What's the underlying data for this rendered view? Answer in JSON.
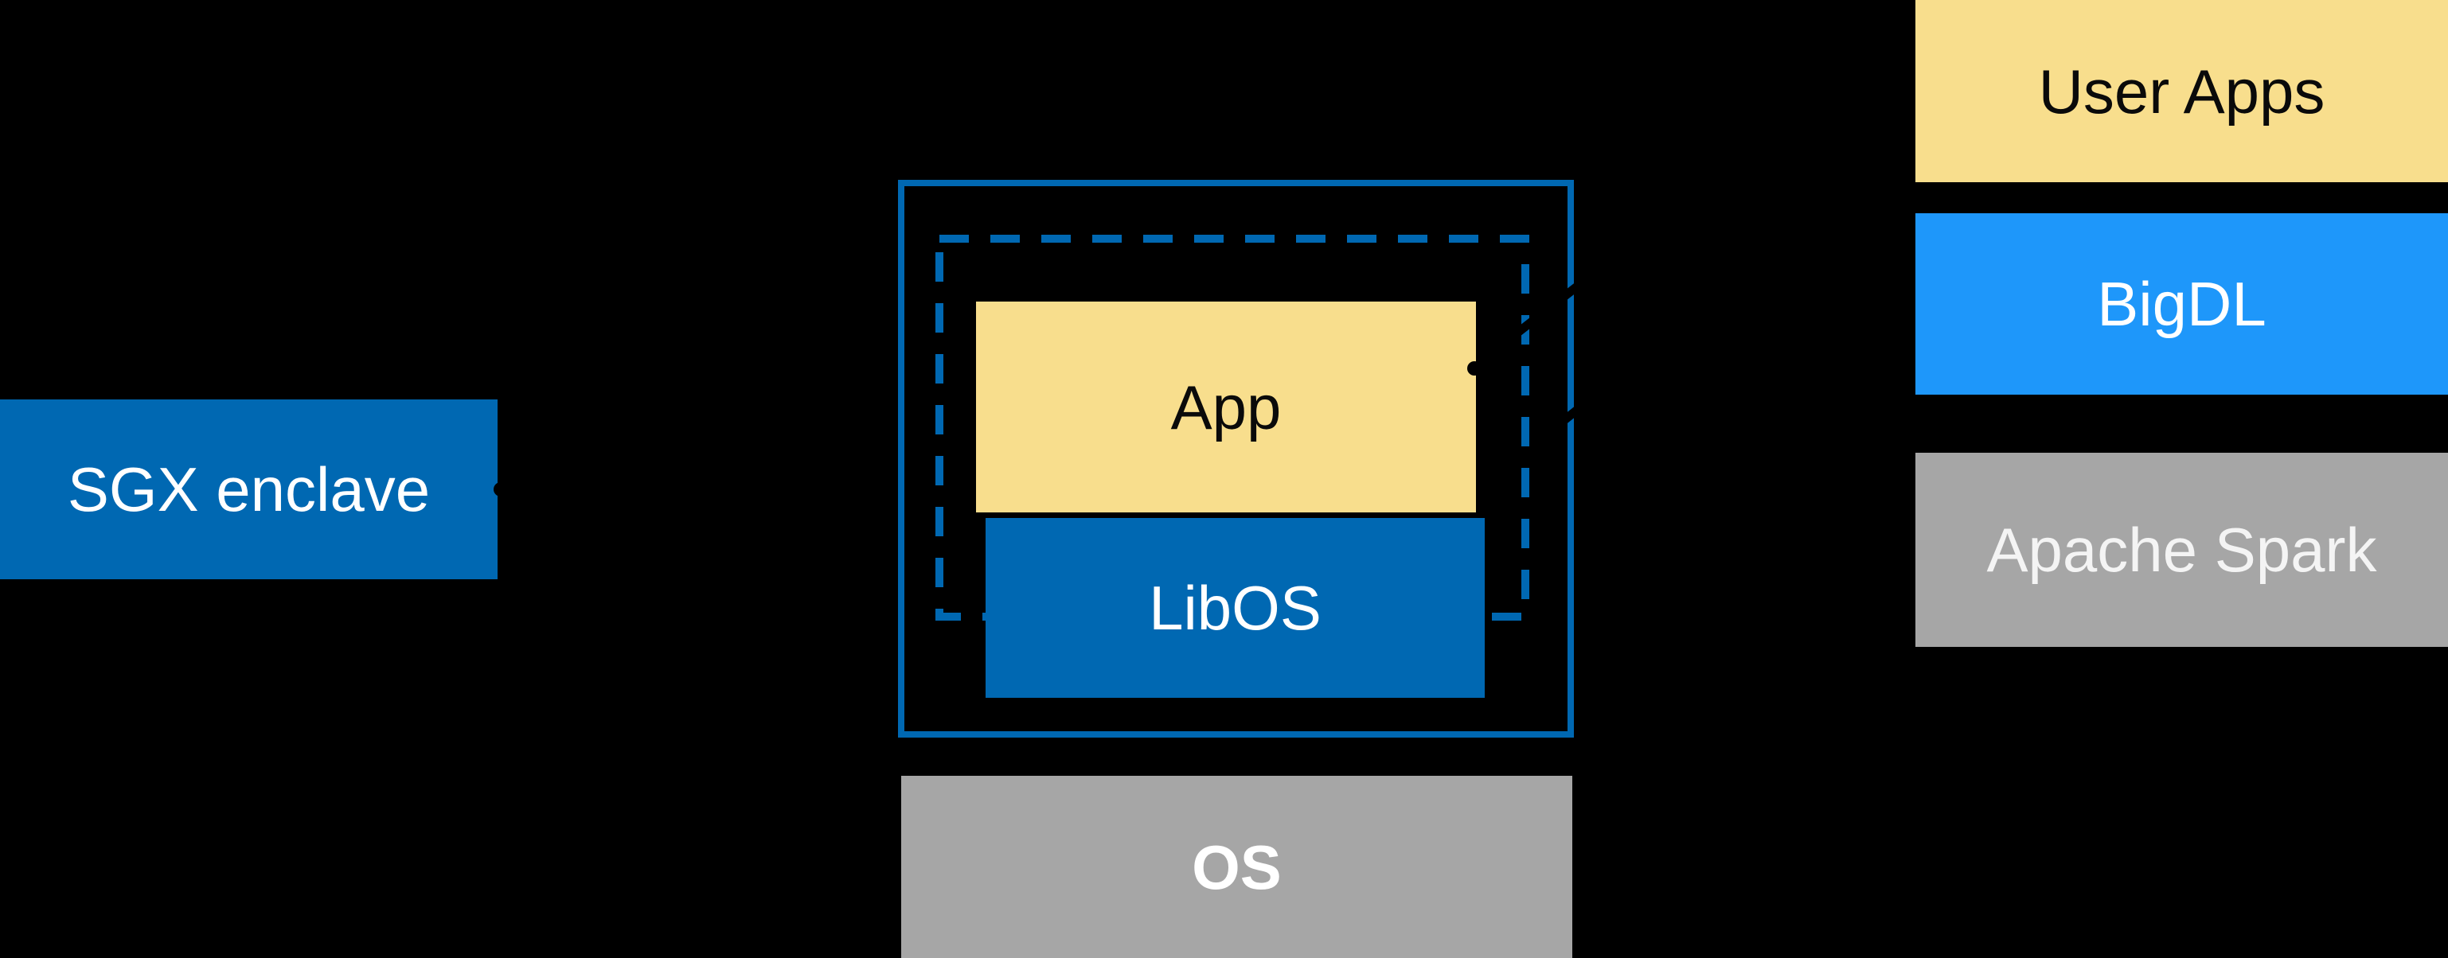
{
  "colors": {
    "bg": "#000000",
    "intel_blue": "#0068B2",
    "azure": "#1E97FA",
    "sand": "#F8DE8D",
    "gray": "#A6A6A6",
    "text_dark": "#0A0A0A",
    "text_light": "#FFFFFF",
    "spark_text": "#F4F4F4",
    "mark_black": "#000000"
  },
  "diagram": {
    "sgx": {
      "label": "SGX enclave"
    },
    "enclave": {
      "app_label": "App",
      "libos_label": "LibOS"
    },
    "os": {
      "label": "OS"
    },
    "stack": {
      "user_apps_label": "User Apps",
      "bigdl_label": "BigDL",
      "spark_label": "Apache Spark"
    }
  }
}
